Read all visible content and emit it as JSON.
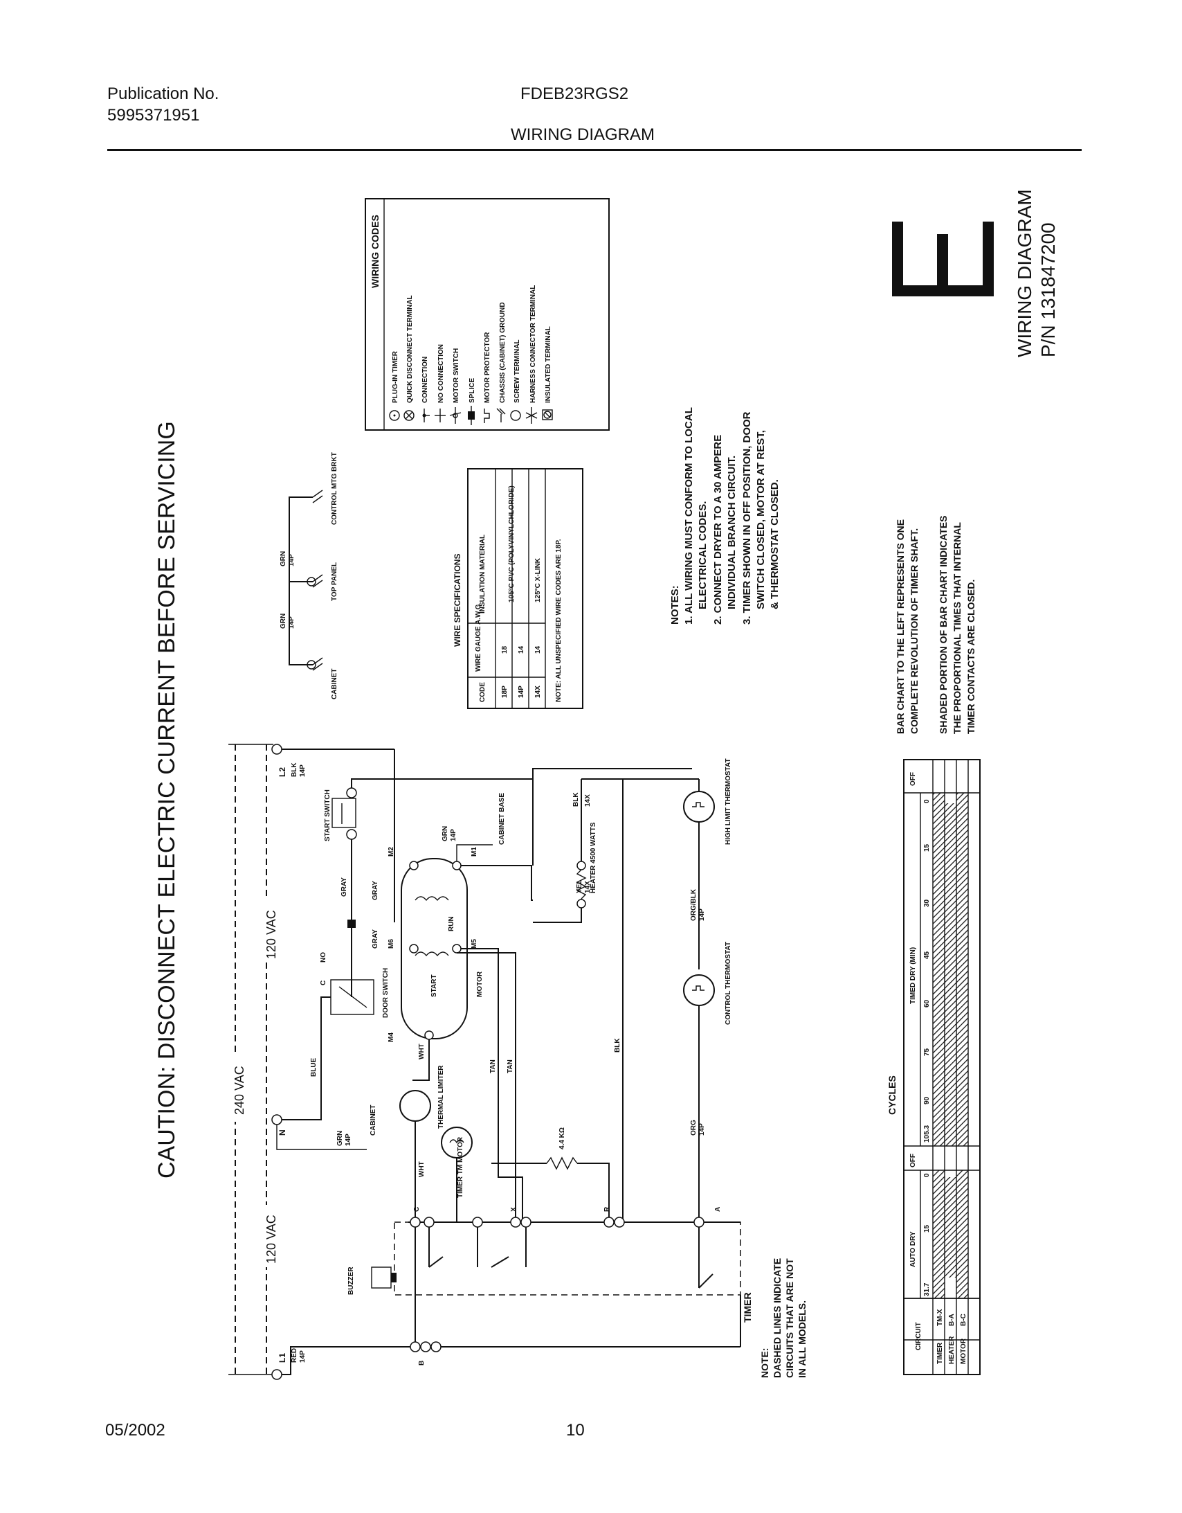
{
  "header": {
    "publication_label": "Publication No.",
    "publication_number": "5995371951",
    "model": "FDEB23RGS2",
    "section": "WIRING DIAGRAM"
  },
  "footer": {
    "date": "05/2002",
    "page": "10"
  },
  "caution": "CAUTION: DISCONNECT ELECTRIC CURRENT BEFORE SERVICING",
  "wiring_codes": {
    "title": "WIRING CODES",
    "items": [
      {
        "icon": "plug-in-timer-icon",
        "label": "PLUG-IN TIMER"
      },
      {
        "icon": "quick-disconnect-terminal-icon",
        "label": "QUICK DISCONNECT TERMINAL"
      },
      {
        "icon": "connection-icon",
        "label": "CONNECTION"
      },
      {
        "icon": "no-connection-icon",
        "label": "NO CONNECTION"
      },
      {
        "icon": "motor-switch-icon",
        "label": "MOTOR SWITCH"
      },
      {
        "icon": "splice-icon",
        "label": "SPLICE"
      },
      {
        "icon": "motor-protector-icon",
        "label": "MOTOR PROTECTOR"
      },
      {
        "icon": "chassis-ground-icon",
        "label": "CHASSIS (CABINET) GROUND"
      },
      {
        "icon": "screw-terminal-icon",
        "label": "SCREW TERMINAL"
      },
      {
        "icon": "harness-connector-terminal-icon",
        "label": "HARNESS CONNECTOR TERMINAL"
      },
      {
        "icon": "insulated-terminal-icon",
        "label": "INSULATED TERMINAL"
      }
    ]
  },
  "big_letter": "E",
  "diagram_id": {
    "title": "WIRING DIAGRAM",
    "part_number": "P/N 131847200"
  },
  "ground": {
    "wire1": "GRN",
    "gauge1": "14P",
    "wire2": "GRN",
    "gauge2": "14P",
    "cabinet": "CABINET",
    "top_panel": "TOP PANEL",
    "control_bracket": "CONTROL MTG BRKT"
  },
  "wire_specs": {
    "title": "WIRE SPECIFICATIONS",
    "headers": [
      "CODE",
      "WIRE GAUGE A.W.G",
      "INSULATION MATERIAL"
    ],
    "rows": [
      [
        "18P",
        "18",
        "105°C PVC (POLYVINYLCHLORIDE)"
      ],
      [
        "14P",
        "14",
        ""
      ],
      [
        "14X",
        "14",
        "125°C X-LINK"
      ]
    ],
    "note": "NOTE: ALL UNSPECIFIED WIRE CODES ARE 18P."
  },
  "notes": {
    "title": "NOTES:",
    "items": [
      "1. ALL WIRING MUST CONFORM TO LOCAL",
      "ELECTRICAL CODES.",
      "2. CONNECT DRYER TO A 30 AMPERE",
      "INDIVIDUAL BRANCH CIRCUIT.",
      "3. TIMER SHOWN IN OFF POSITION, DOOR",
      "SWITCH CLOSED, MOTOR AT REST,",
      "& THERMOSTAT CLOSED."
    ]
  },
  "bar_chart_notes": [
    "BAR CHART TO THE LEFT REPRESENTS ONE",
    "COMPLETE REVOLUTION OF TIMER SHAFT.",
    "SHADED PORTION OF BAR CHART INDICATES",
    "THE PROPORTIONAL TIMES THAT INTERNAL",
    "TIMER CONTACTS ARE CLOSED."
  ],
  "voltages": {
    "total": "240 VAC",
    "leg1": "120 VAC",
    "leg2": "120 VAC"
  },
  "schematic": {
    "l1": "L1",
    "l1_wire": "RED",
    "l1_gauge": "14P",
    "l2": "L2",
    "l2_wire": "BLK",
    "l2_gauge": "14P",
    "neutral": "N",
    "grn": "GRN",
    "grn_gauge": "14P",
    "cabinet": "CABINET",
    "cabinet_base": "CABINET BASE",
    "start_switch": "START SWITCH",
    "door_switch": "DOOR SWITCH",
    "door_c": "C",
    "door_no": "NO",
    "gray": "GRAY",
    "blue": "BLUE",
    "wht": "WHT",
    "tan": "TAN",
    "blk": "BLK",
    "blk14x": "14X",
    "yel": "YEL",
    "yel14x": "14X",
    "orgblk": "ORG/BLK",
    "orgblk_gauge": "14P",
    "org": "ORG",
    "org_gauge": "14P",
    "motor": "MOTOR",
    "start": "START",
    "run": "RUN",
    "m1": "M1",
    "m2": "M2",
    "m4": "M4",
    "m5": "M5",
    "m6": "M6",
    "thermal_limiter": "THERMAL LIMITER",
    "timer_motor": "TIMER TM MOTOR",
    "resistor": "4.4 KΩ",
    "heater": "HEATER 4500 WATTS",
    "high_limit": "HIGH LIMIT THERMOSTAT",
    "control_thermostat": "CONTROL THERMOSTAT",
    "buzzer": "BUZZER",
    "timer": "TIMER",
    "term_c": "C",
    "term_x": "X",
    "term_r": "R",
    "term_a": "A",
    "term_b": "B"
  },
  "dashed_note": [
    "NOTE:",
    "DASHED LINES INDICATE",
    "CIRCUITS THAT ARE NOT",
    "IN ALL MODELS."
  ],
  "cycles": {
    "title": "CYCLES",
    "circuit_header": "CIRCUIT",
    "auto_dry": "AUTO DRY",
    "off": "OFF",
    "timed_dry": "TIMED DRY (MIN)",
    "auto_ticks": [
      "31.7",
      "15",
      "0"
    ],
    "timed_ticks": [
      "105.3",
      "90",
      "75",
      "60",
      "45",
      "30",
      "15",
      "0"
    ],
    "off2": "OFF",
    "rows": [
      {
        "circuit": "TIMER",
        "contacts": "TM-X"
      },
      {
        "circuit": "HEATER",
        "contacts": "B-A"
      },
      {
        "circuit": "MOTOR",
        "contacts": "B-C"
      }
    ]
  }
}
